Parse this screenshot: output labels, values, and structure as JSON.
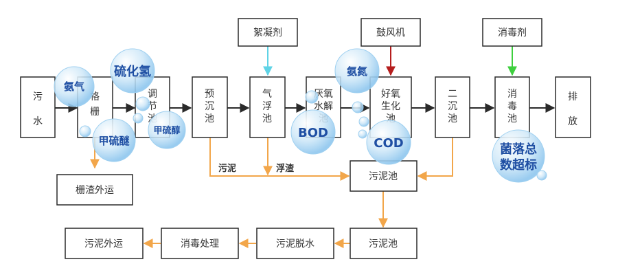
{
  "process_boxes": {
    "wushui": [
      "污",
      "水"
    ],
    "gezha": [
      "格",
      "栅"
    ],
    "tiaojie": [
      "调",
      "节",
      "池"
    ],
    "yuchen": [
      "预",
      "沉",
      "池"
    ],
    "qifu": [
      "气",
      "浮",
      "池"
    ],
    "yanyang": [
      "厌氧",
      "水解",
      "池"
    ],
    "haoyang": [
      "好氧",
      "生化",
      "池"
    ],
    "erchen": [
      "二",
      "沉",
      "池"
    ],
    "xiaodu": [
      "消",
      "毒",
      "池"
    ],
    "paifang": [
      "排",
      "放"
    ]
  },
  "input_boxes": {
    "flocculant": "絮凝剂",
    "blower": "鼓风机",
    "disinfectant": "消毒剂"
  },
  "sludge_boxes": {
    "screenings_out": "栅渣外运",
    "sludge_tank_1": "污泥池",
    "sludge_tank_2": "污泥池",
    "dewatering": "污泥脱水",
    "disinfection": "消毒处理",
    "sludge_out": "污泥外运"
  },
  "flow_labels": {
    "sludge": "污泥",
    "scum": "浮渣"
  },
  "bubbles": {
    "ammonia": "氨气",
    "h2s": "硫化氢",
    "mm1": "甲硫醚",
    "mm2": "甲硫醇",
    "ammonia_n": "氨氮",
    "bod": "BOD",
    "cod": "COD",
    "coliform": [
      "菌落总",
      "数超标"
    ]
  },
  "colors": {
    "main_line": "#2a2a2a",
    "sludge_line": "#f2a64a",
    "flocculant_arrow": "#5fd3e6",
    "blower_arrow": "#b51d1d",
    "disinfectant_arrow": "#3ecf3e",
    "bubble_text": "#1f4fa3"
  }
}
